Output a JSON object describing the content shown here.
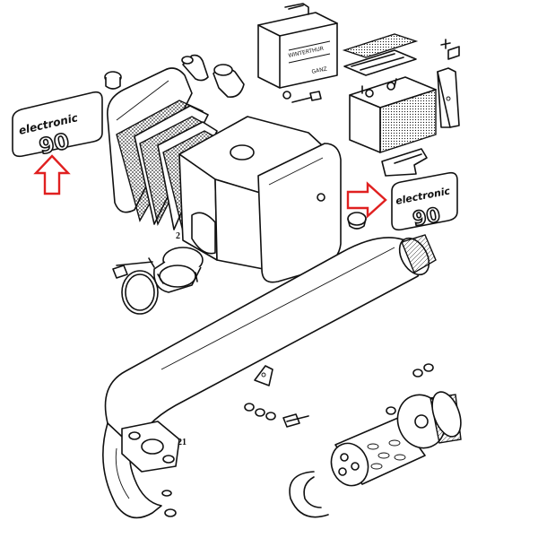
{
  "badges": [
    {
      "word": "electronic",
      "number": "90"
    },
    {
      "word": "electronic",
      "number": "90"
    }
  ],
  "part_numbers": [
    "2",
    "21"
  ],
  "box_label": {
    "line1": "WINTERTHUR",
    "line2": "GANZ"
  },
  "arrows": [
    {
      "direction": "up",
      "color": "#e02020"
    },
    {
      "direction": "right",
      "color": "#e02020"
    }
  ]
}
